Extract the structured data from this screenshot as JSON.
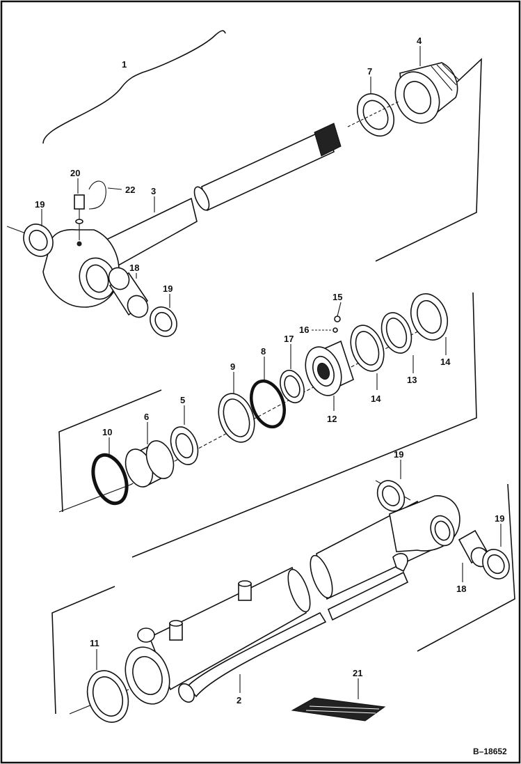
{
  "diagram": {
    "reference_code": "B–18652",
    "callouts": {
      "c1": "1",
      "c2": "2",
      "c3": "3",
      "c4": "4",
      "c5": "5",
      "c6": "6",
      "c7": "7",
      "c8": "8",
      "c9": "9",
      "c10": "10",
      "c11": "11",
      "c12": "12",
      "c13": "13",
      "c14a": "14",
      "c14b": "14",
      "c15": "15",
      "c16": "16",
      "c17": "17",
      "c18a": "18",
      "c18b": "18",
      "c19a": "19",
      "c19b": "19",
      "c19c": "19",
      "c19d": "19",
      "c20": "20",
      "c21": "21",
      "c22": "22"
    }
  }
}
